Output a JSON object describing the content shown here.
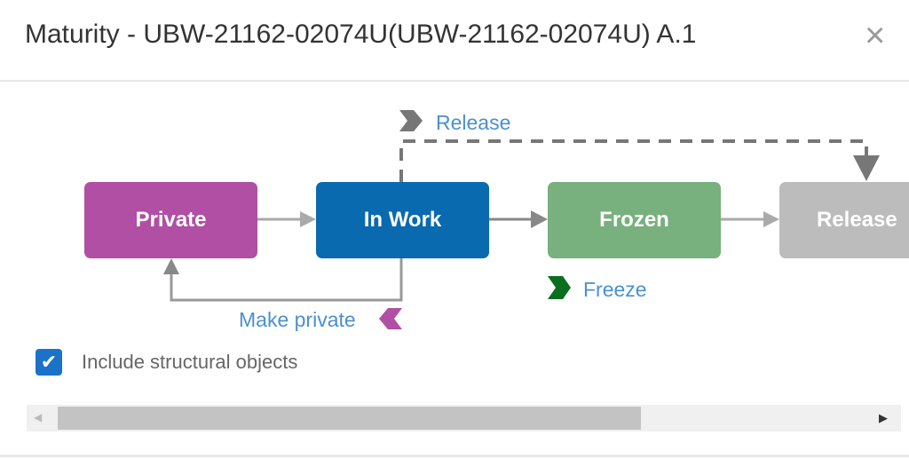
{
  "dialog": {
    "title": "Maturity - UBW-21162-02074U(UBW-21162-02074U) A.1",
    "close_icon": "×"
  },
  "states": [
    {
      "label": "Private",
      "color": "#b04fa3"
    },
    {
      "label": "In Work",
      "color": "#0a6ab0"
    },
    {
      "label": "Frozen",
      "color": "#78b07e"
    },
    {
      "label": "Release",
      "color": "#bcbcbc"
    }
  ],
  "actions": {
    "release": "Release",
    "freeze": "Freeze",
    "make_private": "Make private"
  },
  "options": {
    "include_structural": "Include structural objects",
    "include_structural_checked": true
  },
  "scrollbar": {
    "left_arrow": "◀",
    "right_arrow": "▶"
  }
}
